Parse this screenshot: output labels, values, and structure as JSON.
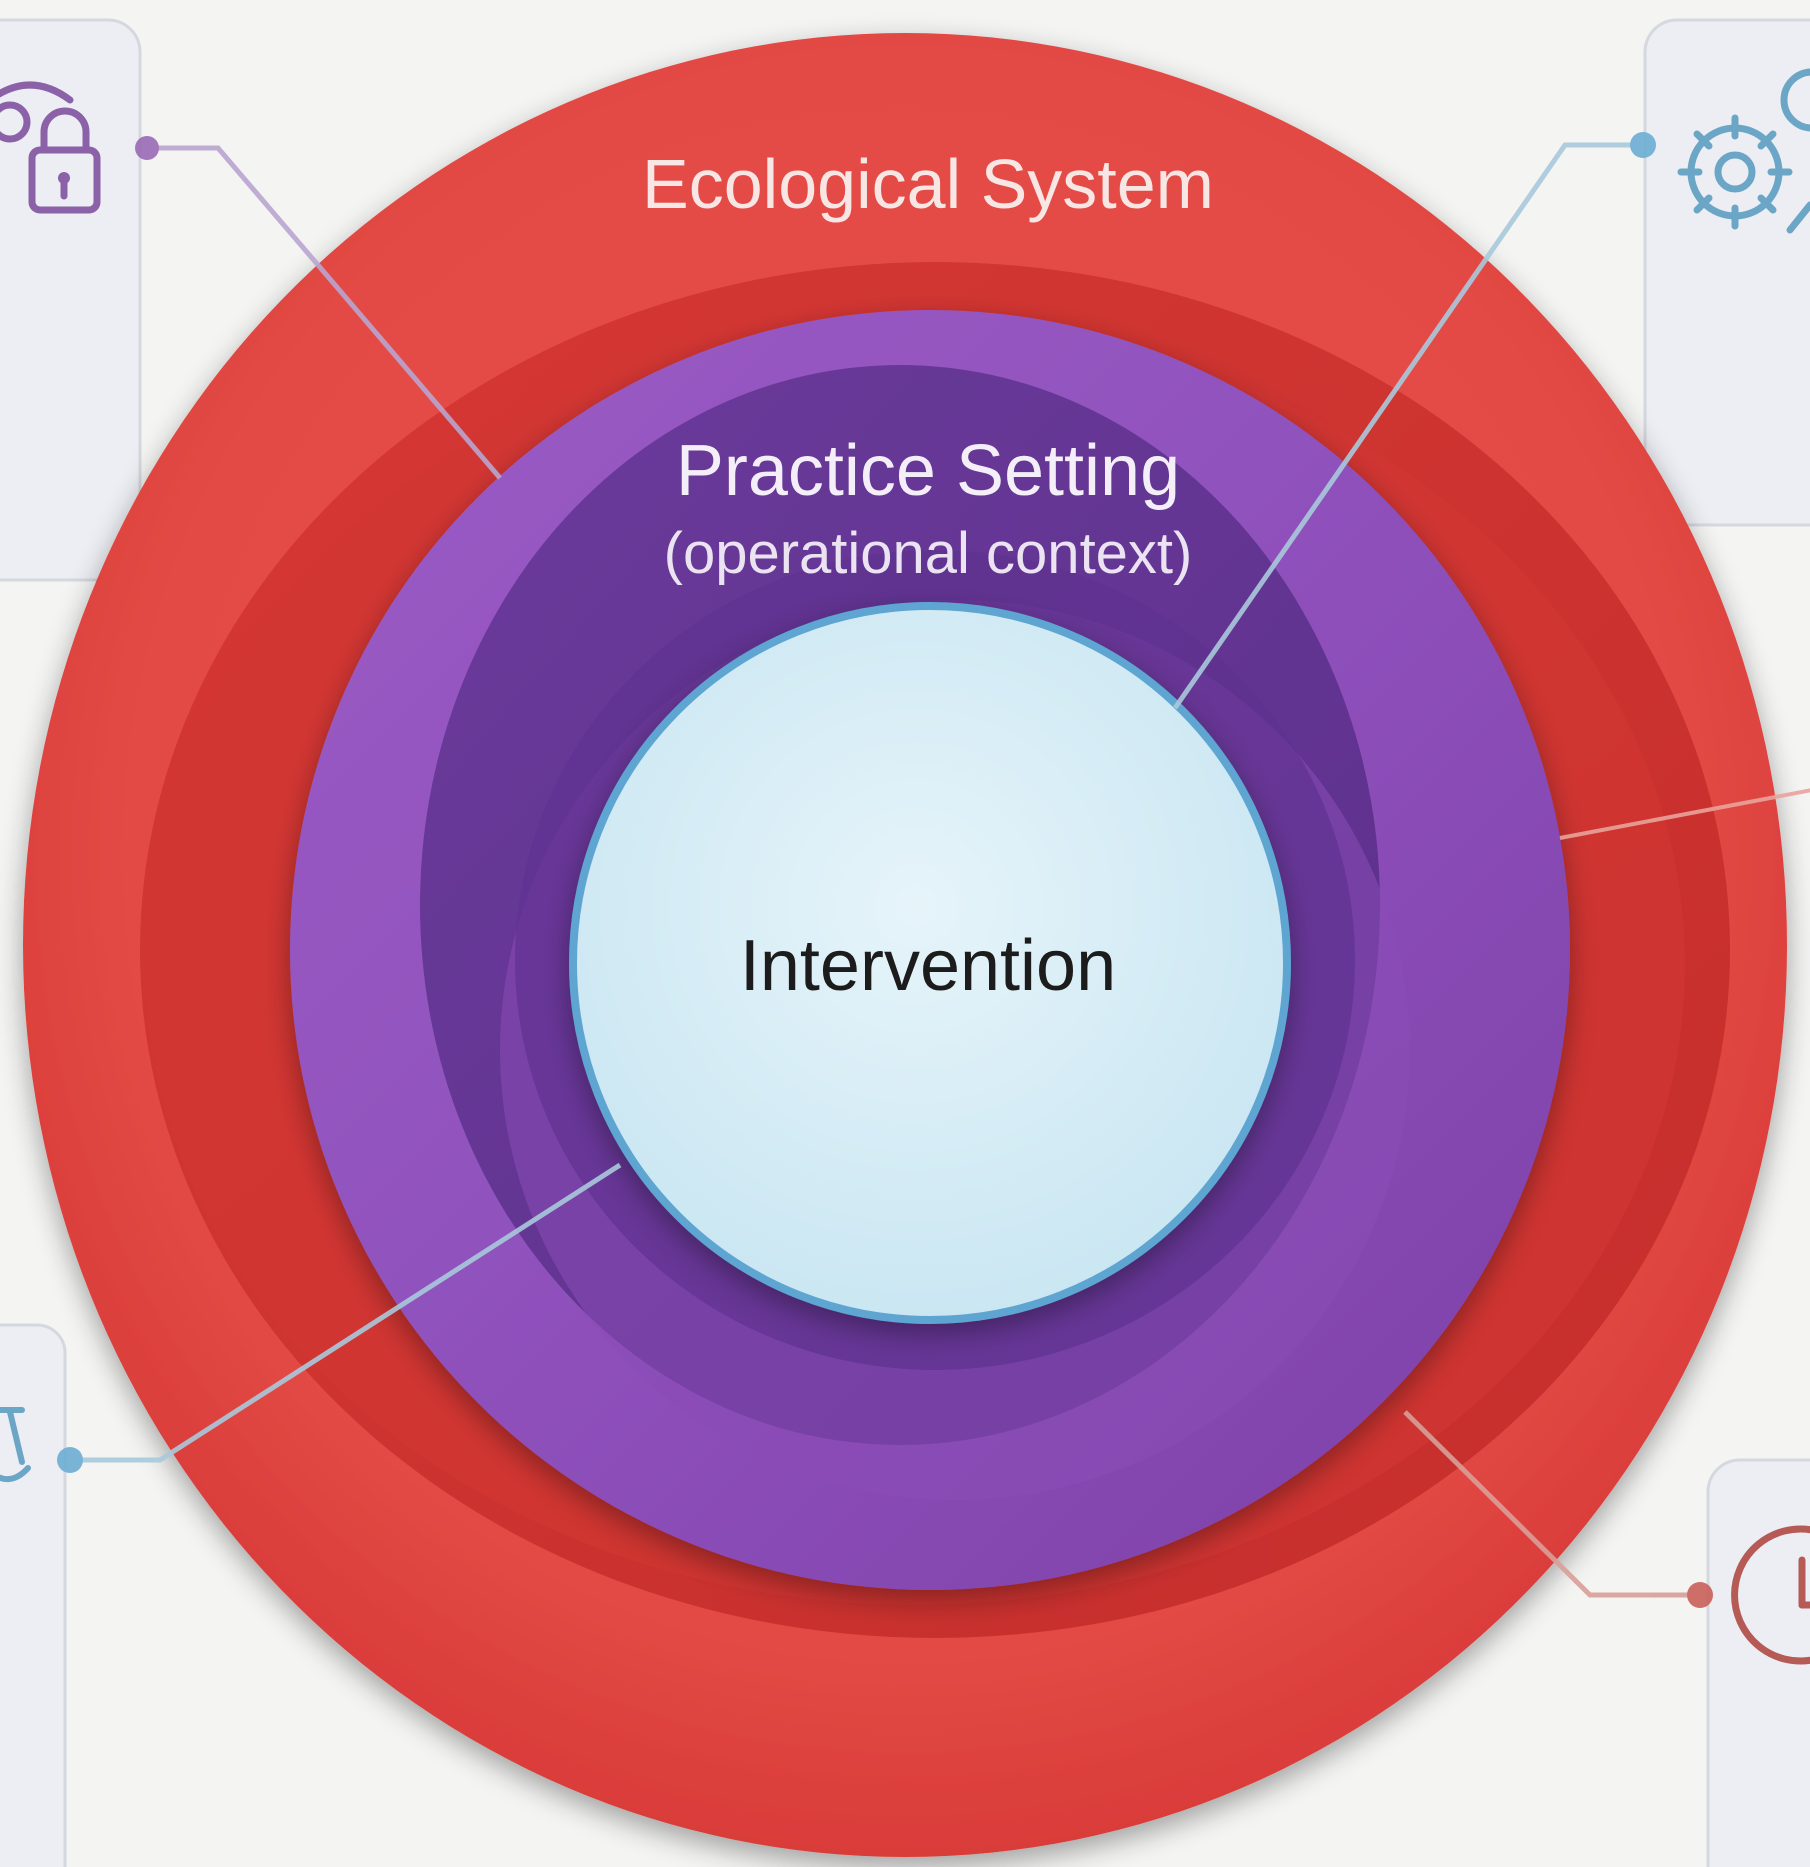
{
  "diagram": {
    "outer_ring": {
      "label": "Ecological System",
      "color": "#e0413e"
    },
    "middle_ring": {
      "label": "Practice Setting",
      "sublabel": "(operational context)",
      "color": "#8e4db3"
    },
    "inner_circle": {
      "label": "Intervention",
      "color": "#d7eef7"
    },
    "side_cards": [
      {
        "id": "top-left",
        "icon": "eye-lock-icon",
        "color": "#8b62a8"
      },
      {
        "id": "top-right",
        "icon": "gears-icon",
        "color": "#6ca6c6"
      },
      {
        "id": "bottom-left",
        "icon": "balance-scale-icon",
        "color": "#6ca6c6"
      },
      {
        "id": "bottom-right",
        "icon": "clock-icon",
        "color": "#b65a55"
      }
    ]
  }
}
